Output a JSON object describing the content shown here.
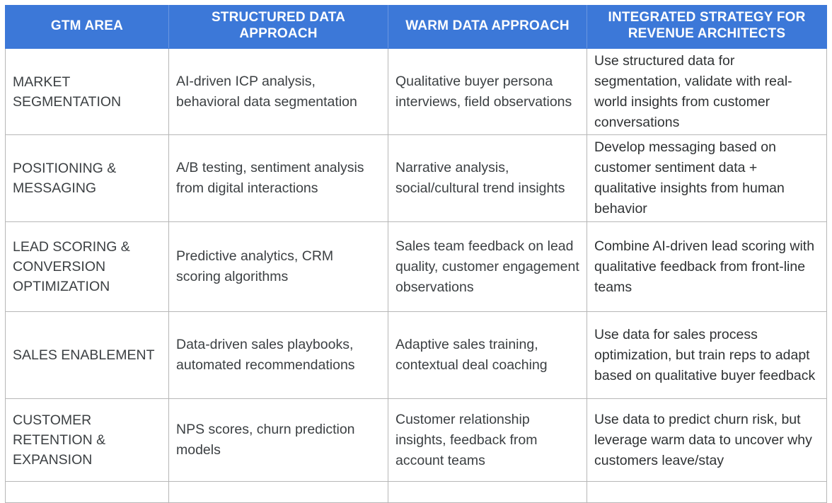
{
  "table": {
    "columns": [
      {
        "key": "gtm_area",
        "label": "GTM AREA"
      },
      {
        "key": "structured",
        "label": "STRUCTURED DATA APPROACH"
      },
      {
        "key": "warm",
        "label": "WARM DATA APPROACH"
      },
      {
        "key": "integrated",
        "label": "INTEGRATED STRATEGY FOR REVENUE ARCHITECTS"
      }
    ],
    "header_background": "#3c78d8",
    "header_text_color": "#ffffff",
    "body_text_color": "#3c4043",
    "border_color": "#b7b7b7",
    "rows": [
      {
        "gtm_area": "MARKET SEGMENTATION",
        "structured": "AI-driven ICP analysis, behavioral data segmentation",
        "warm": "Qualitative buyer persona interviews, field observations",
        "integrated": "Use structured data for segmentation, validate with real-world insights from customer conversations"
      },
      {
        "gtm_area": "POSITIONING & MESSAGING",
        "structured": "A/B testing, sentiment analysis from digital interactions",
        "warm": "Narrative analysis, social/cultural trend insights",
        "integrated": "Develop messaging based on customer sentiment data + qualitative insights from human behavior"
      },
      {
        "gtm_area": "LEAD SCORING & CONVERSION OPTIMIZATION",
        "structured": "Predictive analytics, CRM scoring algorithms",
        "warm": "Sales team feedback on lead quality, customer engagement observations",
        "integrated": "Combine AI-driven lead scoring with qualitative feedback from front-line teams"
      },
      {
        "gtm_area": "SALES ENABLEMENT",
        "structured": "Data-driven sales playbooks, automated recommendations",
        "warm": "Adaptive sales training, contextual deal coaching",
        "integrated": "Use data for sales process optimization, but train reps to adapt based on qualitative buyer feedback"
      },
      {
        "gtm_area": "CUSTOMER RETENTION & EXPANSION",
        "structured": "NPS scores, churn prediction models",
        "warm": "Customer relationship insights, feedback from account teams",
        "integrated": "Use data to predict churn risk, but leverage warm data to uncover why customers leave/stay"
      },
      {
        "gtm_area": "",
        "structured": "",
        "warm": "",
        "integrated": ""
      }
    ]
  }
}
